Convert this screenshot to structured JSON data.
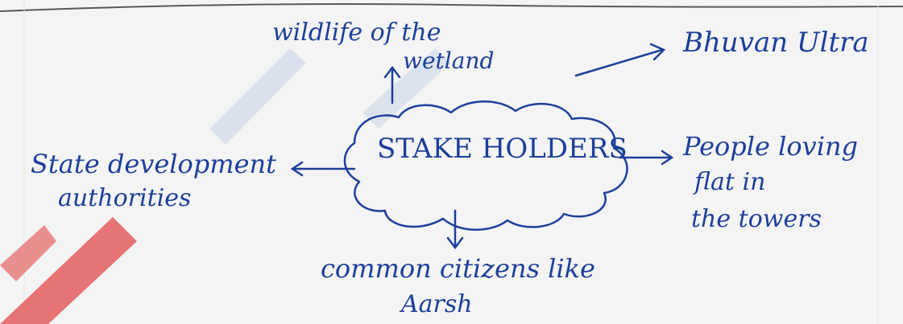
{
  "diagram": {
    "center": "STAKE HOLDERS",
    "nodes": {
      "top_label_line1": "wildlife of the",
      "top_label_line2": "wetland",
      "top_right_label": "Bhuvan Ultra",
      "left_label_line1": "State development",
      "left_label_line2": "authorities",
      "right_label_line1": "People loving",
      "right_label_line2": "flat in",
      "right_label_line3": "the towers",
      "bottom_label_line1": "common citizens like",
      "bottom_label_line2": "Aarsh"
    }
  },
  "colors": {
    "ink": "#1d3f9a",
    "paper": "#f4f4f4",
    "watermark_red": "#e24a4a",
    "watermark_blue": "#8fa9d6"
  }
}
